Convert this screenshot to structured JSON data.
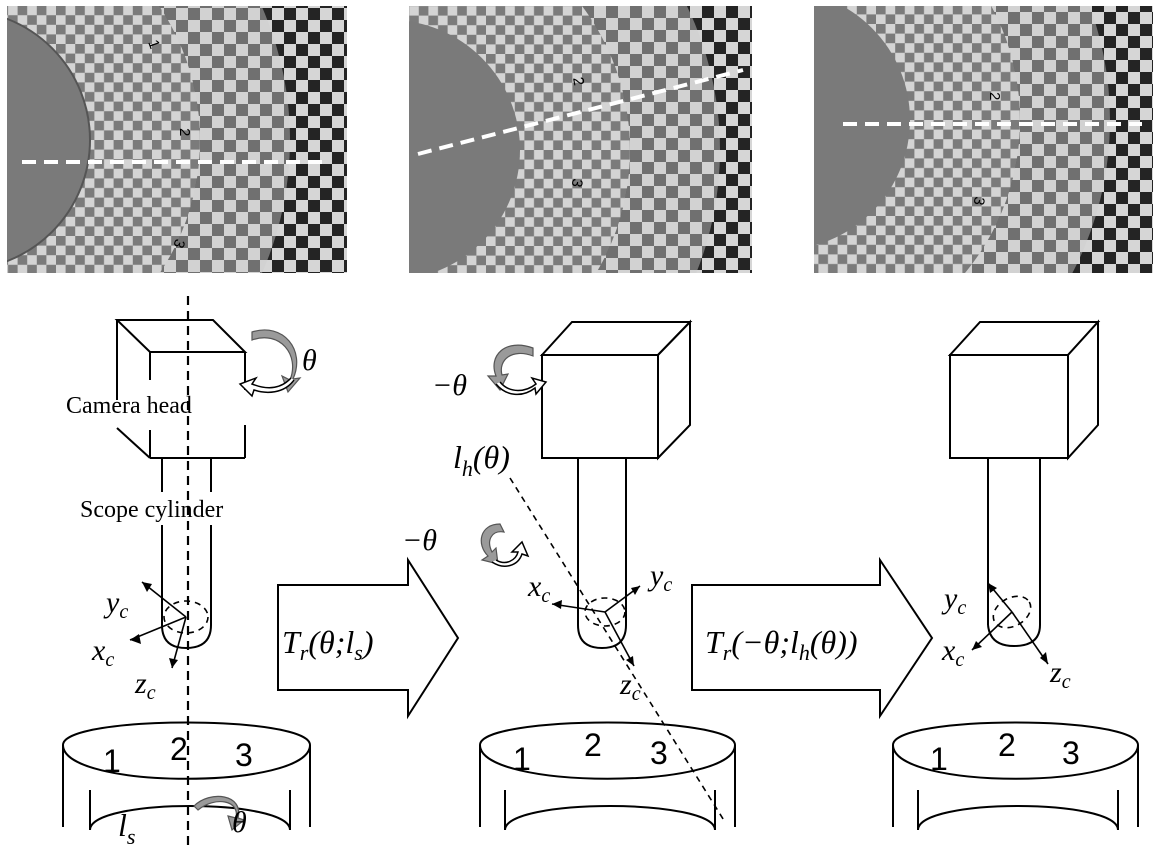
{
  "labels": {
    "camera_head": "Camera head",
    "scope_cylinder": "Scope cylinder",
    "theta": "θ",
    "neg_theta": "−θ",
    "l_s": "l",
    "l_s_sub": "s",
    "l_h": "l",
    "l_h_sub": "h",
    "l_h_arg": "(θ)",
    "x": "x",
    "y": "y",
    "z": "z",
    "c": "c",
    "transform1": "T",
    "transform1_sub": "r",
    "transform1_arg": "(θ;l",
    "transform1_arg_sub": "s",
    "transform1_close": ")",
    "transform2": "T",
    "transform2_sub": "r",
    "transform2_arg": "(−θ;l",
    "transform2_arg_sub": "h",
    "transform2_close": "(θ))"
  },
  "pattern_numbers": {
    "left": [
      "1",
      "2",
      "3"
    ],
    "middle": [
      "2",
      "3"
    ],
    "right": [
      "2",
      "3"
    ]
  },
  "ring_numbers": {
    "left": [
      "1",
      "2",
      "3"
    ],
    "middle": [
      "1",
      "2",
      "3"
    ],
    "right": [
      "1",
      "2",
      "3"
    ]
  },
  "colors": {
    "photo_dark": "#2a2a2a",
    "photo_light": "#d8d8d8",
    "arrow_fill": "#9a9a9a",
    "line": "#000000"
  }
}
